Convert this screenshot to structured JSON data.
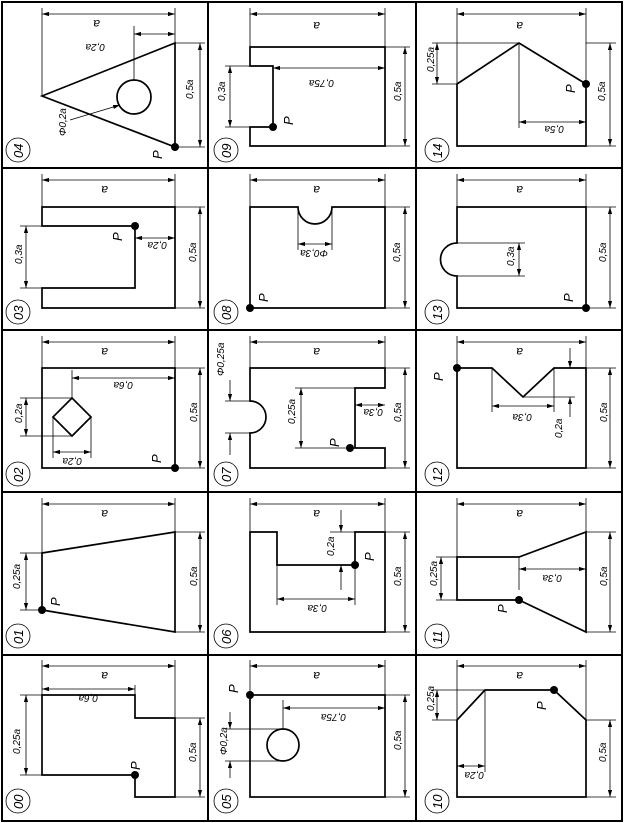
{
  "point_label": "P",
  "cells": [
    {
      "id": "04",
      "dims": [
        "a",
        "0,2a",
        "0,5a",
        "Φ0,2a"
      ]
    },
    {
      "id": "09",
      "dims": [
        "a",
        "0,3a",
        "0,75a",
        "0,5a"
      ]
    },
    {
      "id": "14",
      "dims": [
        "a",
        "0,25a",
        "0,5a",
        "0,5a"
      ]
    },
    {
      "id": "03",
      "dims": [
        "a",
        "0,3a",
        "0,2a",
        "0,5a"
      ]
    },
    {
      "id": "08",
      "dims": [
        "a",
        "Φ0,3a",
        "0,5a"
      ]
    },
    {
      "id": "13",
      "dims": [
        "a",
        "0,3a",
        "0,5a"
      ]
    },
    {
      "id": "02",
      "dims": [
        "a",
        "0,2a",
        "0,6a",
        "0,2a",
        "0,5a"
      ]
    },
    {
      "id": "07",
      "dims": [
        "a",
        "Φ0,25a",
        "0,25a",
        "0,3a",
        "0,5a"
      ]
    },
    {
      "id": "12",
      "dims": [
        "a",
        "0,3a",
        "0,2a",
        "0,5a"
      ]
    },
    {
      "id": "01",
      "dims": [
        "a",
        "0,25a",
        "0,5a"
      ]
    },
    {
      "id": "06",
      "dims": [
        "a",
        "0,2a",
        "0,3a",
        "0,5a"
      ]
    },
    {
      "id": "11",
      "dims": [
        "a",
        "0,25a",
        "0,3a",
        "0,5a"
      ]
    },
    {
      "id": "00",
      "dims": [
        "a",
        "0,6a",
        "0,25a",
        "0,5a"
      ]
    },
    {
      "id": "05",
      "dims": [
        "a",
        "0,75a",
        "Φ0,2a",
        "0,5a"
      ]
    },
    {
      "id": "10",
      "dims": [
        "a",
        "0,25a",
        "0,2a",
        "0,5a"
      ]
    }
  ]
}
